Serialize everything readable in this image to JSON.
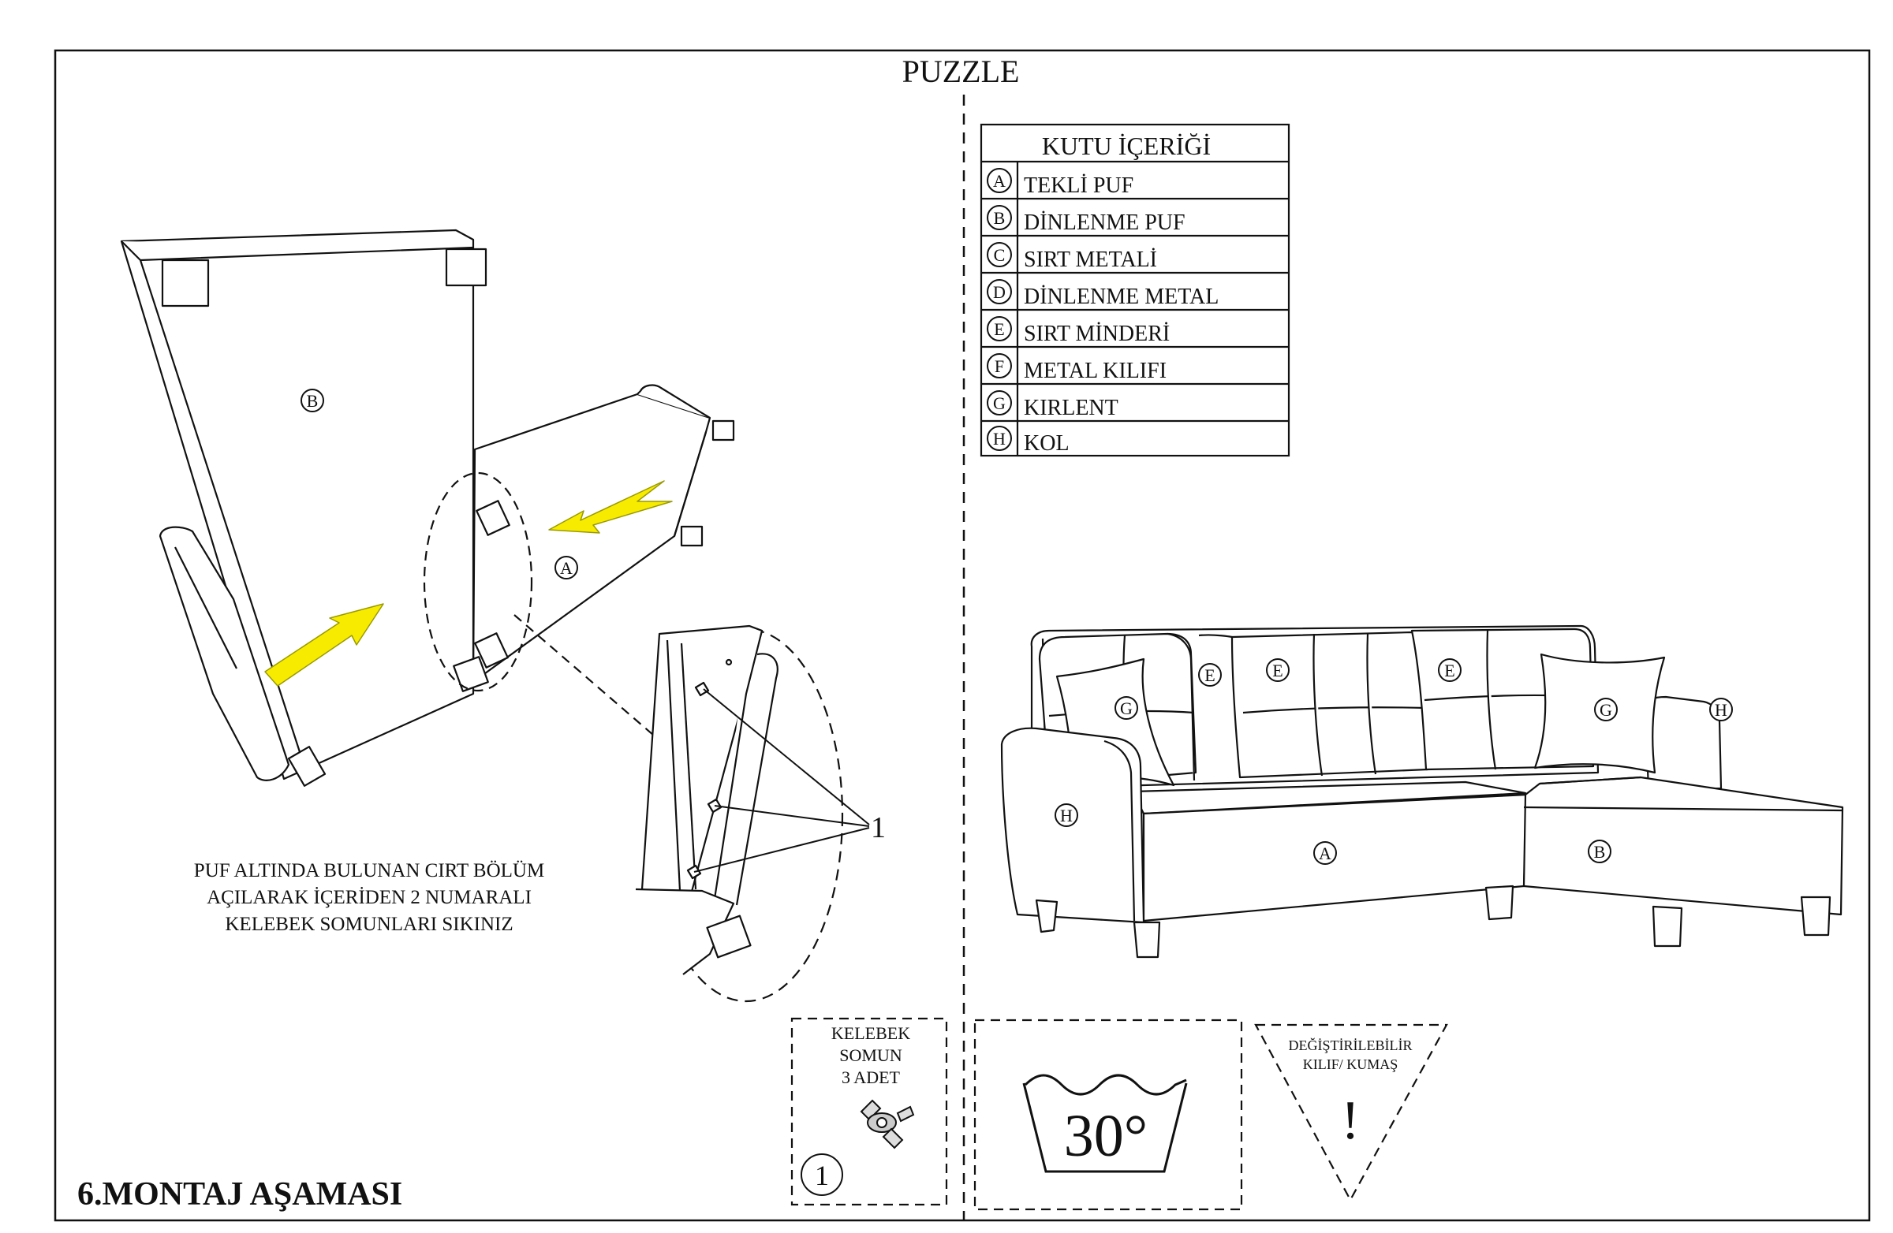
{
  "title": "PUZZLE",
  "stage_title": "6.MONTAJ AŞAMASI",
  "instruction": [
    "PUF ALTINDA BULUNAN CIRT BÖLÜM",
    "AÇILARAK İÇERİDEN 2 NUMARALI",
    "KELEBEK SOMUNLARI SIKINIZ"
  ],
  "box_contents": {
    "header": "KUTU İÇERİĞİ",
    "items": [
      {
        "letter": "A",
        "label": "TEKLİ PUF"
      },
      {
        "letter": "B",
        "label": "DİNLENME PUF"
      },
      {
        "letter": "C",
        "label": "SIRT METALİ"
      },
      {
        "letter": "D",
        "label": "DİNLENME METAL"
      },
      {
        "letter": "E",
        "label": "SIRT MİNDERİ"
      },
      {
        "letter": "F",
        "label": "METAL KILIFI"
      },
      {
        "letter": "G",
        "label": "KIRLENT"
      },
      {
        "letter": "H",
        "label": "KOL"
      }
    ]
  },
  "hardware": {
    "lines": [
      "KELEBEK",
      "SOMUN",
      "3 ADET"
    ],
    "number": "1",
    "icon": "wing-nut-icon"
  },
  "callout_number": "1",
  "assembly_labels": {
    "seat_b": "B",
    "seat_a": "A"
  },
  "sofa_labels": {
    "cushion_e": [
      "E",
      "E",
      "E"
    ],
    "pillow_g": [
      "G",
      "G"
    ],
    "arm_h": [
      "H",
      "H"
    ],
    "seat_a": "A",
    "seat_b": "B"
  },
  "wash": {
    "temperature": "30°",
    "icon": "wash-basin-icon"
  },
  "warning": {
    "lines": [
      "DEĞİŞTİRİLEBİLİR",
      "KILIF/ KUMAŞ"
    ],
    "mark": "!",
    "icon": "warning-triangle-icon"
  },
  "colors": {
    "arrow": "#f7ec00",
    "line": "#111111"
  }
}
